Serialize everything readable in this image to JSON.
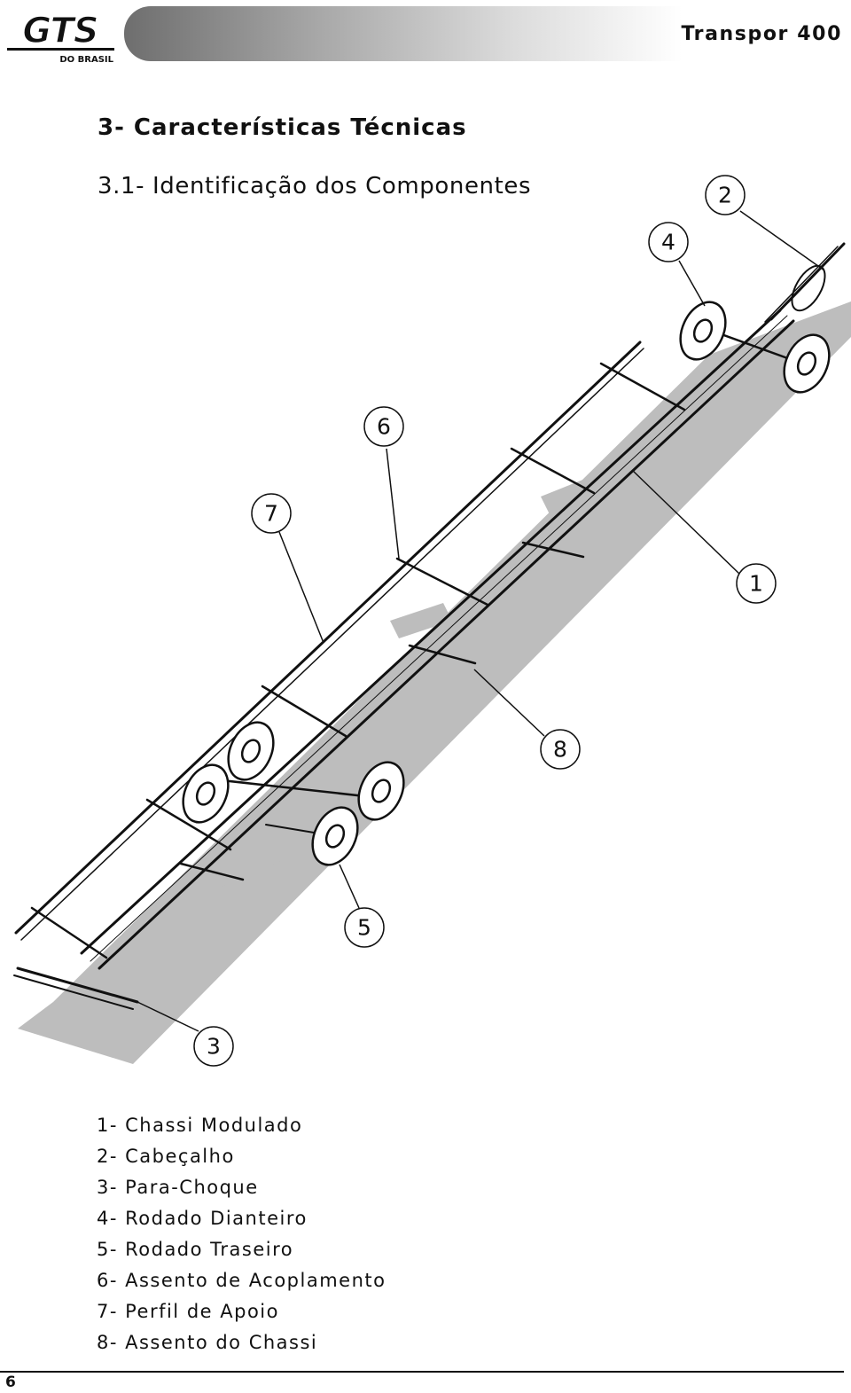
{
  "header": {
    "logo_text": "GTS",
    "logo_subtext": "DO BRASIL",
    "document_title": "Transpor 400"
  },
  "section": {
    "title": "3- Características Técnicas",
    "subtitle": "3.1- Identificação dos Componentes"
  },
  "figure": {
    "callouts": [
      "1",
      "2",
      "3",
      "4",
      "5",
      "6",
      "7",
      "8"
    ]
  },
  "legend": [
    "1- Chassi Modulado",
    "2- Cabeçalho",
    "3- Para-Choque",
    "4- Rodado Dianteiro",
    "5- Rodado Traseiro",
    "6- Assento de Acoplamento",
    "7- Perfil de Apoio",
    "8- Assento do Chassi"
  ],
  "footer": {
    "page_number": "6"
  }
}
